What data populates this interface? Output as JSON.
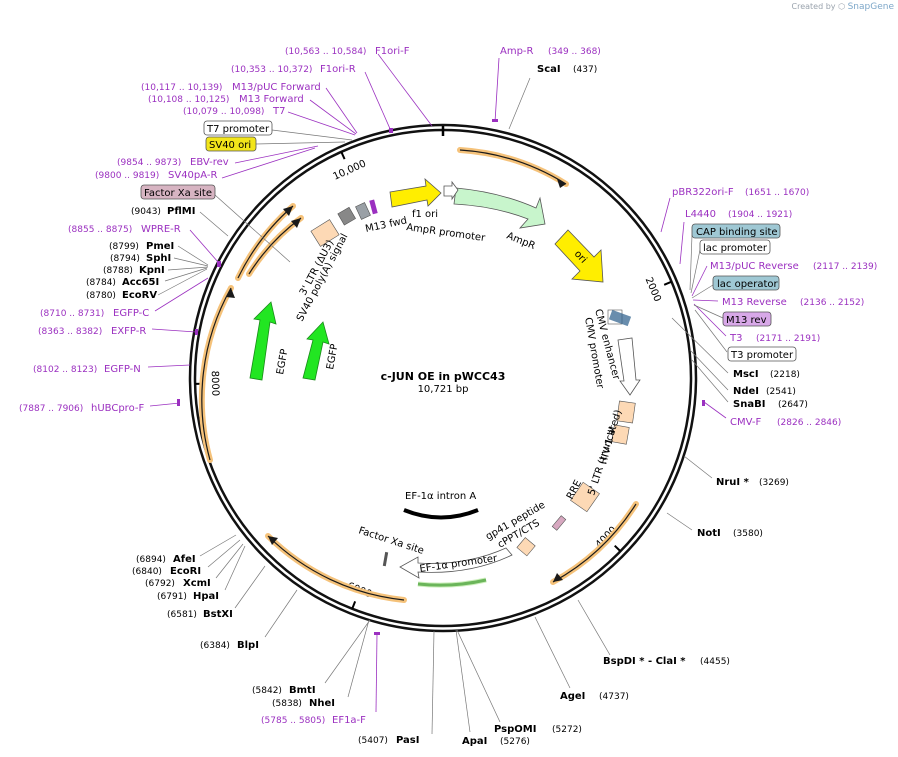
{
  "header": {
    "credit_prefix": "Created by",
    "credit_brand": "SnapGene"
  },
  "map": {
    "title": "c-JUN OE in pWCC43",
    "length": "10,721 bp",
    "length_value": 10721,
    "ticks": [
      {
        "label": "2000",
        "pos": 2000
      },
      {
        "label": "4000",
        "pos": 4000
      },
      {
        "label": "6000",
        "pos": 6000
      },
      {
        "label": "8000",
        "pos": 8000
      },
      {
        "label": "10,000",
        "pos": 10000
      }
    ]
  },
  "sites": [
    {
      "name": "ScaI",
      "pos_text": "(437)",
      "pos": 437
    },
    {
      "name": "MscI",
      "pos_text": "(2218)",
      "pos": 2218
    },
    {
      "name": "NdeI",
      "pos_text": "(2541)",
      "pos": 2541
    },
    {
      "name": "SnaBI",
      "pos_text": "(2647)",
      "pos": 2647
    },
    {
      "name": "NruI *",
      "pos_text": "(3269)",
      "pos": 3269
    },
    {
      "name": "NotI",
      "pos_text": "(3580)",
      "pos": 3580
    },
    {
      "name": "BspDI * - ClaI *",
      "pos_text": "(4455)",
      "pos": 4455
    },
    {
      "name": "AgeI",
      "pos_text": "(4737)",
      "pos": 4737
    },
    {
      "name": "PspOMI",
      "pos_text": "(5272)",
      "pos": 5272
    },
    {
      "name": "ApaI",
      "pos_text": "(5276)",
      "pos": 5276
    },
    {
      "name": "PasI",
      "pos_text": "(5407)",
      "pos": 5407
    },
    {
      "name": "NheI",
      "pos_text": "(5838)",
      "pos": 5838
    },
    {
      "name": "BmtI",
      "pos_text": "(5842)",
      "pos": 5842
    },
    {
      "name": "BlpI",
      "pos_text": "(6384)",
      "pos": 6384
    },
    {
      "name": "BstXI",
      "pos_text": "(6581)",
      "pos": 6581
    },
    {
      "name": "HpaI",
      "pos_text": "(6791)",
      "pos": 6791
    },
    {
      "name": "XcmI",
      "pos_text": "(6792)",
      "pos": 6792
    },
    {
      "name": "EcoRI",
      "pos_text": "(6840)",
      "pos": 6840
    },
    {
      "name": "AfeI",
      "pos_text": "(6894)",
      "pos": 6894
    },
    {
      "name": "EcoRV",
      "pos_text": "(8780)",
      "pos": 8780
    },
    {
      "name": "Acc65I",
      "pos_text": "(8784)",
      "pos": 8784
    },
    {
      "name": "KpnI",
      "pos_text": "(8788)",
      "pos": 8788
    },
    {
      "name": "SphI",
      "pos_text": "(8794)",
      "pos": 8794
    },
    {
      "name": "PmeI",
      "pos_text": "(8799)",
      "pos": 8799
    },
    {
      "name": "PflMI",
      "pos_text": "(9043)",
      "pos": 9043
    }
  ],
  "primers": [
    {
      "name": "Amp-R",
      "pos_text": "(349 .. 368)",
      "pos": 358
    },
    {
      "name": "pBR322ori-F",
      "pos_text": "(1651 .. 1670)",
      "pos": 1660
    },
    {
      "name": "L4440",
      "pos_text": "(1904 .. 1921)",
      "pos": 1912
    },
    {
      "name": "M13/pUC Reverse",
      "pos_text": "(2117 .. 2139)",
      "pos": 2128
    },
    {
      "name": "M13 Reverse",
      "pos_text": "(2136 .. 2152)",
      "pos": 2144
    },
    {
      "name": "T3",
      "pos_text": "(2171 .. 2191)",
      "pos": 2181
    },
    {
      "name": "CMV-F",
      "pos_text": "(2826 .. 2846)",
      "pos": 2836
    },
    {
      "name": "EF1a-F",
      "pos_text": "(5785 .. 5805)",
      "pos": 5795
    },
    {
      "name": "hUBCpro-F",
      "pos_text": "(7887 .. 7906)",
      "pos": 7896
    },
    {
      "name": "EGFP-N",
      "pos_text": "(8102 .. 8123)",
      "pos": 8112
    },
    {
      "name": "EXFP-R",
      "pos_text": "(8363 .. 8382)",
      "pos": 8372
    },
    {
      "name": "EGFP-C",
      "pos_text": "(8710 .. 8731)",
      "pos": 8720
    },
    {
      "name": "WPRE-R",
      "pos_text": "(8855 .. 8875)",
      "pos": 8865
    },
    {
      "name": "SV40pA-R",
      "pos_text": "(9800 .. 9819)",
      "pos": 9810
    },
    {
      "name": "EBV-rev",
      "pos_text": "(9854 .. 9873)",
      "pos": 9863
    },
    {
      "name": "T7",
      "pos_text": "(10,079 .. 10,098)",
      "pos": 10088
    },
    {
      "name": "M13 Forward",
      "pos_text": "(10,108 .. 10,125)",
      "pos": 10116
    },
    {
      "name": "M13/pUC Forward",
      "pos_text": "(10,117 .. 10,139)",
      "pos": 10128
    },
    {
      "name": "F1ori-R",
      "pos_text": "(10,353 .. 10,372)",
      "pos": 10362
    },
    {
      "name": "F1ori-F",
      "pos_text": "(10,563 .. 10,584)",
      "pos": 10573
    }
  ],
  "boxed_labels": [
    {
      "text": "CAP binding site",
      "color": "#9fc8d4"
    },
    {
      "text": "lac promoter",
      "color": "#ffffff"
    },
    {
      "text": "lac operator",
      "color": "#9fc8d4"
    },
    {
      "text": "M13 rev",
      "color": "#d8a8e8"
    },
    {
      "text": "T3 promoter",
      "color": "#ffffff"
    },
    {
      "text": "T7 promoter",
      "color": "#ffffff"
    },
    {
      "text": "SV40 ori",
      "color": "#f2e51a"
    },
    {
      "text": "Factor Xa site",
      "color": "#d7b4c2"
    }
  ],
  "features": [
    {
      "text": "AmpR promoter"
    },
    {
      "text": "AmpR"
    },
    {
      "text": "ori"
    },
    {
      "text": "f1 ori"
    },
    {
      "text": "M13 fwd"
    },
    {
      "text": "CMV enhancer"
    },
    {
      "text": "CMV promoter"
    },
    {
      "text": "HIV-1 Ψ"
    },
    {
      "text": "5' LTR (truncated)"
    },
    {
      "text": "RRE"
    },
    {
      "text": "gp41 peptide"
    },
    {
      "text": "cPPT/CTS"
    },
    {
      "text": "EF-1α promoter"
    },
    {
      "text": "EF-1α intron A"
    },
    {
      "text": "Factor Xa site"
    },
    {
      "text": "EGFP"
    },
    {
      "text": "EGFP"
    },
    {
      "text": "3' LTR (ΔU3)"
    },
    {
      "text": "SV40 poly(A) signal"
    }
  ],
  "colors": {
    "primer": "#9b30c0",
    "ampr": "#c8f5cc",
    "ori": "#ffee00",
    "egfp": "#22e622",
    "ltr": "#fdd9b5",
    "orf": "#f5c27a"
  }
}
